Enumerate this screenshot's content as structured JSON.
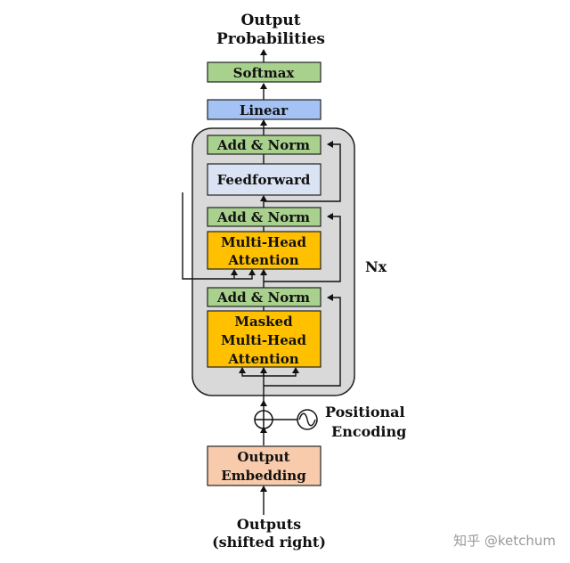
{
  "title": {
    "line1": "Output",
    "line2": "Probabilities"
  },
  "blocks": {
    "softmax": "Softmax",
    "linear": "Linear",
    "add_norm_top": "Add & Norm",
    "feedforward": "Feedforward",
    "add_norm_mid": "Add & Norm",
    "mha_line1": "Multi-Head",
    "mha_line2": "Attention",
    "add_norm_bottom": "Add & Norm",
    "masked_line1": "Masked",
    "masked_line2": "Multi-Head",
    "masked_line3": "Attention"
  },
  "repeat_label": "Nx",
  "positional": {
    "line1": "Positional",
    "line2": "Encoding"
  },
  "embedding": {
    "line1": "Output",
    "line2": "Embedding"
  },
  "inputs": {
    "line1": "Outputs",
    "line2": "(shifted right)"
  },
  "watermark": "知乎 @ketchum",
  "colors": {
    "add_norm": "#a9d18e",
    "softmax": "#a9d18e",
    "linear": "#a4c2f4",
    "feedforward": "#dae3f3",
    "attention": "#ffc000",
    "embedding": "#f8cbad",
    "decoder_bg": "#d9d9d9"
  }
}
